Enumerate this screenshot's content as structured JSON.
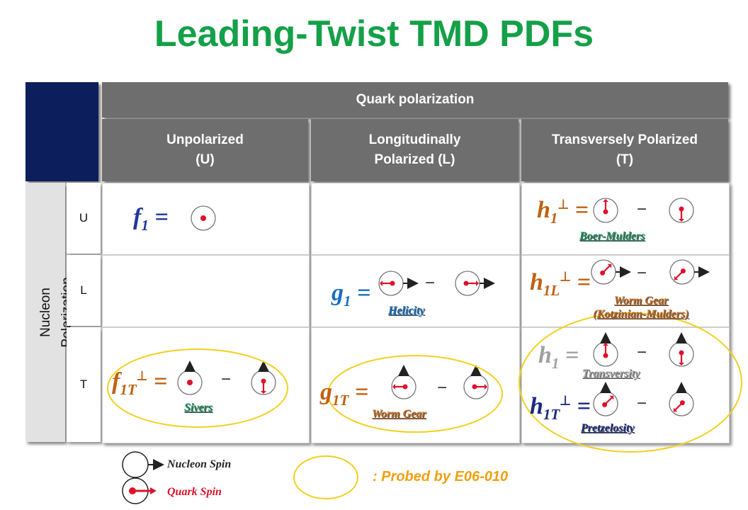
{
  "title": "Leading-Twist TMD PDFs",
  "header": {
    "quark_polarization": "Quark polarization",
    "columns": [
      "Unpolarized\n(U)",
      "Longitudinally\nPolarized (L)",
      "Transversely Polarized\n(T)"
    ]
  },
  "nucleon_polarization": "Nucleon Polarization",
  "rows": [
    "U",
    "L",
    "T"
  ],
  "functions": {
    "f1": {
      "symbol": "f",
      "sub": "1",
      "sup": "",
      "eq": "="
    },
    "h1perp": {
      "symbol": "h",
      "sub": "1",
      "sup": "⊥",
      "eq": "=",
      "name": "Boer-Mulders"
    },
    "g1": {
      "symbol": "g",
      "sub": "1",
      "sup": "",
      "eq": "=",
      "name": "Helicity"
    },
    "h1Lperp": {
      "symbol": "h",
      "sub": "1L",
      "sup": "⊥",
      "eq": "=",
      "name": "Worm Gear\n(Kotzinian-Mulders)"
    },
    "f1Tperp": {
      "symbol": "f",
      "sub": "1T",
      "sup": "⊥",
      "eq": "=",
      "name": "Sivers"
    },
    "g1T": {
      "symbol": "g",
      "sub": "1T",
      "sup": "",
      "eq": "=",
      "name": "Worm Gear"
    },
    "h1": {
      "symbol": "h",
      "sub": "1",
      "sup": "",
      "eq": "=",
      "name": "Transversity"
    },
    "h1Tperp": {
      "symbol": "h",
      "sub": "1T",
      "sup": "⊥",
      "eq": "=",
      "name": "Pretzelosity"
    }
  },
  "minus": "−",
  "legend": {
    "nucleon_spin": "Nucleon Spin",
    "quark_spin": "Quark Spin",
    "probed": ": Probed by E06-010"
  },
  "colors": {
    "title": "#14a048",
    "header_bg": "#6e6e6e",
    "corner_bg": "#0d1e5c",
    "quark": "#e0102a",
    "f_color": "#1a3a9a",
    "g_color": "#1a6ec0",
    "h_color": "#c06010",
    "h1_color": "#a0a0a0",
    "h1T_color": "#1a2a7a",
    "boer_color": "#1a8a5a",
    "highlight": "#f2d020",
    "probed_text": "#f0a010"
  }
}
